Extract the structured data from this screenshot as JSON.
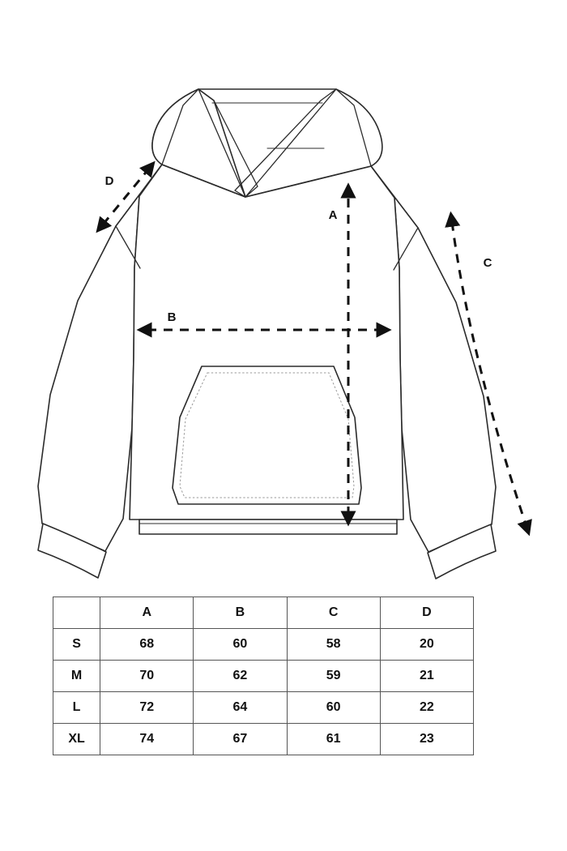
{
  "figure": {
    "name": "hoodie-technical-flat-drawing",
    "description": "Hooded sweatshirt technical flat with measurement arrows",
    "stroke_color": "#2b2b2b",
    "stitch_color": "#9a9a9a",
    "background_color": "#ffffff",
    "dimension_markers": [
      {
        "key": "A",
        "label": "A",
        "orientation": "vertical",
        "meaning": "body-length"
      },
      {
        "key": "B",
        "label": "B",
        "orientation": "horizontal",
        "meaning": "chest-width"
      },
      {
        "key": "C",
        "label": "C",
        "orientation": "diagonal",
        "meaning": "sleeve-length"
      },
      {
        "key": "D",
        "label": "D",
        "orientation": "diagonal",
        "meaning": "shoulder-width"
      }
    ]
  },
  "chart_data": {
    "type": "table",
    "title": "",
    "columns": [
      "",
      "A",
      "B",
      "C",
      "D"
    ],
    "rows": [
      {
        "size": "S",
        "A": "68",
        "B": "60",
        "C": "58",
        "D": "20"
      },
      {
        "size": "M",
        "A": "70",
        "B": "62",
        "C": "59",
        "D": "21"
      },
      {
        "size": "L",
        "A": "72",
        "B": "64",
        "C": "60",
        "D": "22"
      },
      {
        "size": "XL",
        "A": "74",
        "B": "67",
        "C": "61",
        "D": "23"
      }
    ]
  },
  "size_table": {
    "header": {
      "corner": "",
      "col_a": "A",
      "col_b": "B",
      "col_c": "C",
      "col_d": "D"
    },
    "rows": [
      {
        "size": "S",
        "a": "68",
        "b": "60",
        "c": "58",
        "d": "20"
      },
      {
        "size": "M",
        "a": "70",
        "b": "62",
        "c": "59",
        "d": "21"
      },
      {
        "size": "L",
        "a": "72",
        "b": "64",
        "c": "60",
        "d": "22"
      },
      {
        "size": "XL",
        "a": "74",
        "b": "67",
        "c": "61",
        "d": "23"
      }
    ]
  }
}
